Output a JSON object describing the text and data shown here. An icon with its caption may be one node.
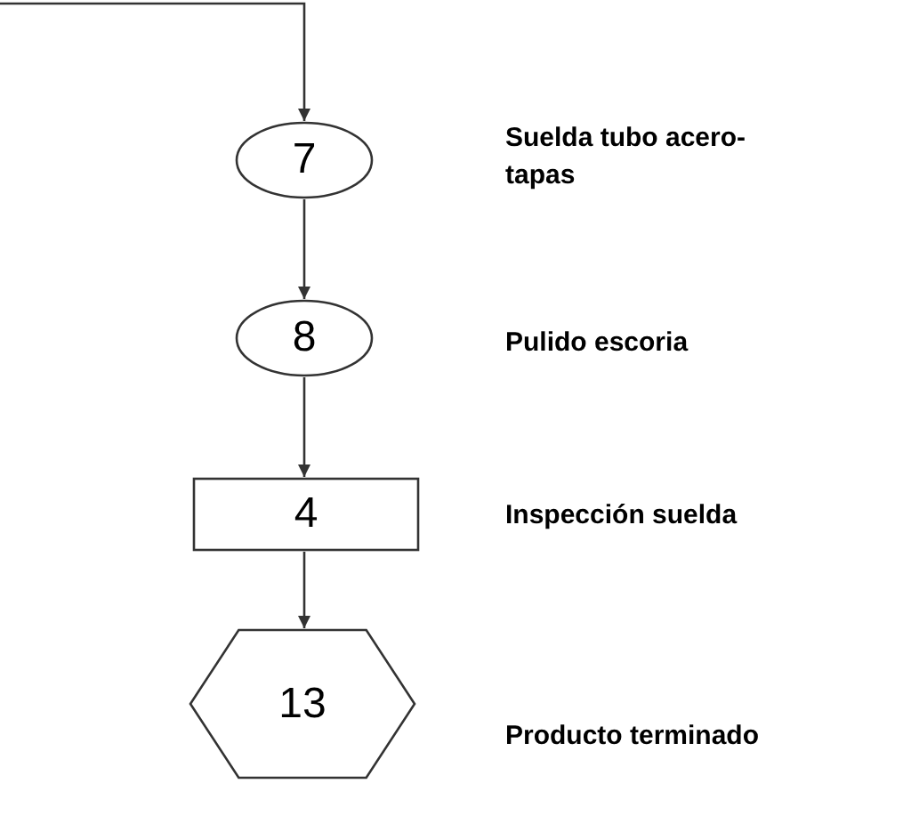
{
  "diagram": {
    "nodes": [
      {
        "text": [
          "7"
        ]
      },
      {
        "text": [
          "8"
        ]
      },
      {
        "text": [
          "4"
        ]
      },
      {
        "text": [
          "13"
        ]
      }
    ],
    "edges": [
      {
        "from": null,
        "to": 0,
        "arrow": "to"
      },
      {
        "from": 0,
        "to": 1,
        "arrow": "to"
      },
      {
        "from": 1,
        "to": 2,
        "arrow": "to"
      },
      {
        "from": 2,
        "to": 3,
        "arrow": "to"
      }
    ],
    "labels": [
      "Suelda tubo acero-tapas",
      "Pulido escoria",
      "Inspección suelda",
      "Producto terminado"
    ]
  }
}
